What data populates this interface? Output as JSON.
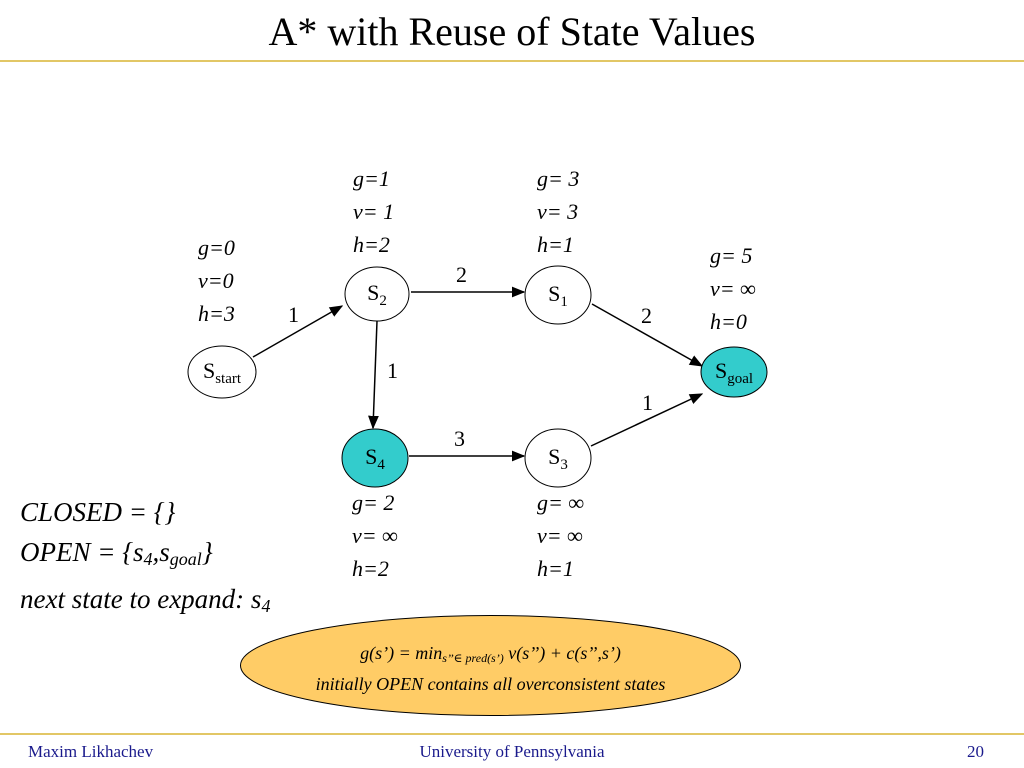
{
  "title": "A* with Reuse of State Values",
  "footer": {
    "author": "Maxim Likhachev",
    "institution": "University of Pennsylvania",
    "page": "20"
  },
  "colors": {
    "highlight_node": "#33cccc",
    "note_fill": "#ffcc66",
    "rule": "#e2c766",
    "footer_text": "#1a1a8c"
  },
  "nodes": {
    "start": {
      "main": "S",
      "sub": "start",
      "highlighted": false
    },
    "s2": {
      "main": "S",
      "sub": "2",
      "highlighted": false
    },
    "s1": {
      "main": "S",
      "sub": "1",
      "highlighted": false
    },
    "s4": {
      "main": "S",
      "sub": "4",
      "highlighted": true
    },
    "s3": {
      "main": "S",
      "sub": "3",
      "highlighted": false
    },
    "goal": {
      "main": "S",
      "sub": "goal",
      "highlighted": true
    }
  },
  "edges": [
    {
      "from": "start",
      "to": "s2",
      "cost": "1"
    },
    {
      "from": "s2",
      "to": "s1",
      "cost": "2"
    },
    {
      "from": "s2",
      "to": "s4",
      "cost": "1"
    },
    {
      "from": "s1",
      "to": "goal",
      "cost": "2"
    },
    {
      "from": "s4",
      "to": "s3",
      "cost": "3"
    },
    {
      "from": "s3",
      "to": "goal",
      "cost": "1"
    }
  ],
  "values": {
    "start": {
      "g": "g=0",
      "v": "v=0",
      "h": "h=3"
    },
    "s2": {
      "g": "g=1",
      "v": "v= 1",
      "h": "h=2"
    },
    "s1": {
      "g": "g= 3",
      "v": "v= 3",
      "h": "h=1"
    },
    "goal": {
      "g": "g= 5",
      "v": "v= ∞",
      "h": "h=0"
    },
    "s4": {
      "g": "g= 2",
      "v": "v= ∞",
      "h": "h=2"
    },
    "s3": {
      "g": "g= ∞",
      "v": "v= ∞",
      "h": "h=1"
    }
  },
  "status": {
    "closed": "CLOSED = {}",
    "open_prefix": "OPEN = {s",
    "open_sub1": "4",
    "open_mid": ",s",
    "open_sub2": "goal",
    "open_suffix": "}",
    "next_prefix": "next state to expand: s",
    "next_sub": "4"
  },
  "note": {
    "line1_prefix": "g(s’) = min",
    "line1_sub": "s’’∈ pred(s’)",
    "line1_suffix": " v(s’’) + c(s’’,s’)",
    "line2": "initially OPEN contains all overconsistent states"
  }
}
